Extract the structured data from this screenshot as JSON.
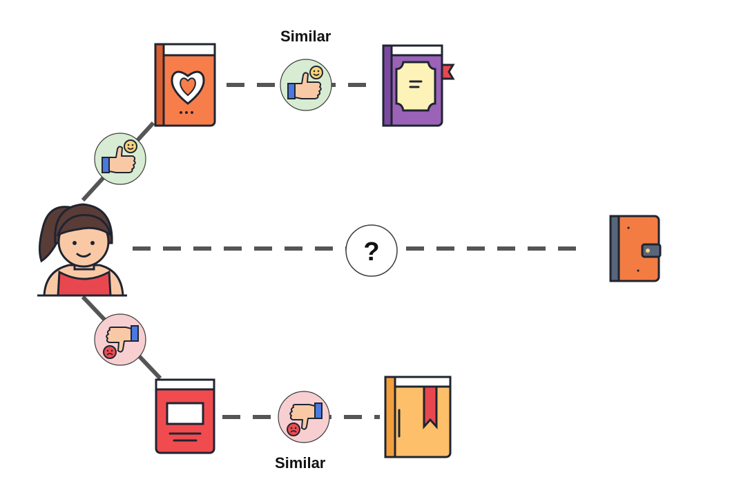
{
  "labels": {
    "top_similar": "Similar",
    "bottom_similar": "Similar",
    "unknown_mark": "?"
  },
  "colors": {
    "connector": "#555555",
    "outline": "#1f2430",
    "like_badge_bg": "#d7ecd2",
    "dislike_badge_bg": "#f7cfd1",
    "skin": "#f9c9a6",
    "hair": "#5a3c37",
    "shirt": "#e8474f",
    "book_orange": "#f77e4b",
    "book_purple": "#9a63b8",
    "book_red": "#f04b4f",
    "book_yellow": "#fdbf69",
    "book_brown_orange": "#f37c43",
    "book_spine": "#59657a",
    "emoji_yellow": "#fcd27a",
    "cuff_blue": "#4a7adf"
  },
  "nodes": [
    {
      "name": "user-avatar-icon",
      "role": "user"
    },
    {
      "name": "liked-book-heart-icon",
      "role": "liked item"
    },
    {
      "name": "similar-book-purple-icon",
      "role": "similar to liked item"
    },
    {
      "name": "disliked-book-red-icon",
      "role": "disliked item"
    },
    {
      "name": "similar-book-yellow-icon",
      "role": "similar to disliked item"
    },
    {
      "name": "target-book-locked-icon",
      "role": "unknown item"
    }
  ],
  "badges": [
    {
      "name": "thumbs-up-icon",
      "sentiment": "like"
    },
    {
      "name": "thumbs-down-icon",
      "sentiment": "dislike"
    }
  ]
}
